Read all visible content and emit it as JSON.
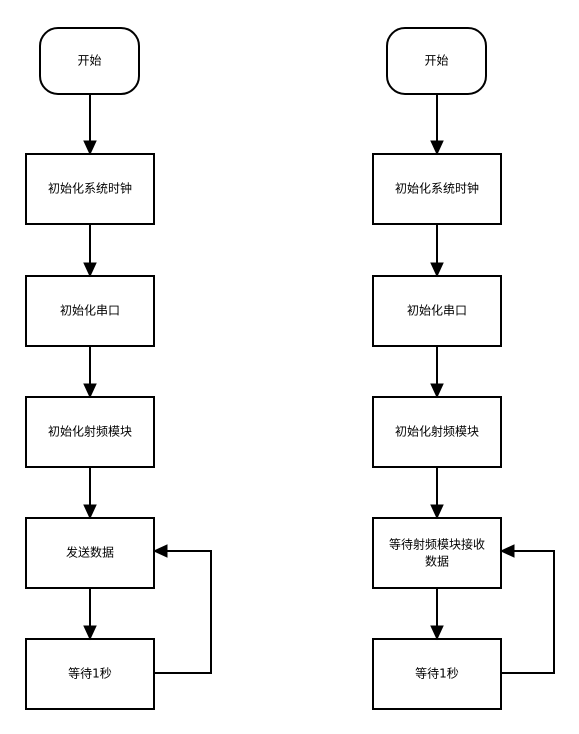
{
  "left_flow": {
    "start": "开始",
    "init_clock": "初始化系统时钟",
    "init_uart": "初始化串口",
    "init_rf": "初始化射频模块",
    "send": "发送数据",
    "wait": "等待1秒"
  },
  "right_flow": {
    "start": "开始",
    "init_clock": "初始化系统时钟",
    "init_uart": "初始化串口",
    "init_rf": "初始化射频模块",
    "receive_line1": "等待射频模块接收",
    "receive_line2": "数据",
    "wait": "等待1秒"
  }
}
